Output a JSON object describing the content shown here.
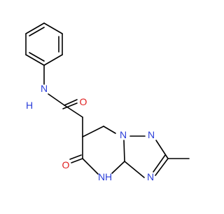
{
  "molecule": {
    "atom_labels": {
      "nh_amide": "N",
      "nh_amide_h": "H",
      "o_amide": "O",
      "n_triazole_top": "N",
      "n_triazole_right": "N",
      "n_triazole_bottom": "N",
      "nh_ring": "N",
      "nh_ring_h": "H",
      "o_ring": "O"
    },
    "colors": {
      "carbon": "#000000",
      "nitrogen": "#2a3dd9",
      "oxygen": "#e02020",
      "background": "#ffffff"
    }
  }
}
